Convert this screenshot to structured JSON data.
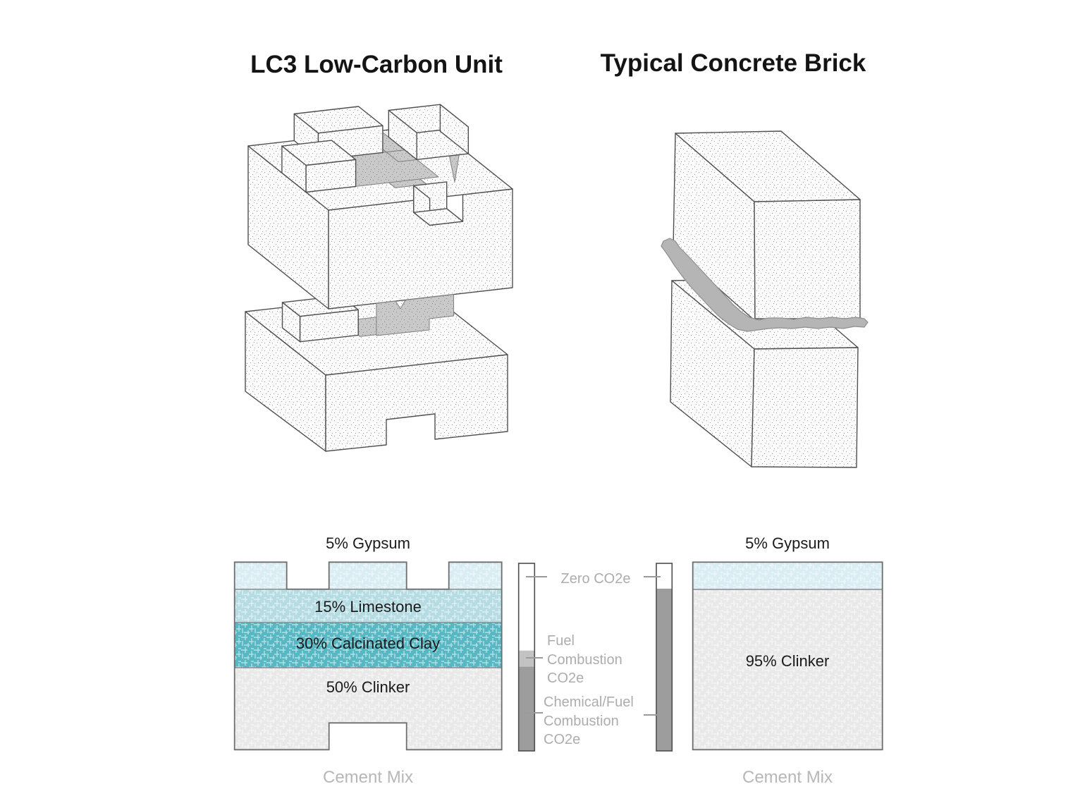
{
  "titles": {
    "left": "LC3 Low-Carbon Unit",
    "right": "Typical Concrete Brick"
  },
  "lc3_mix": {
    "gypsum_label": "5% Gypsum",
    "limestone_label": "15% Limestone",
    "clay_label": "30% Calcinated Clay",
    "clinker_label": "50% Clinker",
    "caption": "Cement Mix",
    "colors": {
      "gypsum": "#d9edf2",
      "limestone": "#b5dce3",
      "clay": "#57b7c3",
      "clinker": "#e9e9e9"
    },
    "composition": [
      {
        "component": "Gypsum",
        "percent": 5
      },
      {
        "component": "Limestone",
        "percent": 15
      },
      {
        "component": "Calcinated Clay",
        "percent": 30
      },
      {
        "component": "Clinker",
        "percent": 50
      }
    ]
  },
  "typical_mix": {
    "gypsum_label": "5% Gypsum",
    "clinker_label": "95% Clinker",
    "caption": "Cement Mix",
    "colors": {
      "gypsum": "#d9edf2",
      "clinker": "#e9e9e9"
    },
    "composition": [
      {
        "component": "Gypsum",
        "percent": 5
      },
      {
        "component": "Clinker",
        "percent": 95
      }
    ]
  },
  "emissions": {
    "zero_label": "Zero CO2e",
    "fuel_label": "Fuel Combustion CO2e",
    "chemical_label": "Chemical/Fuel Combustion CO2e",
    "colors": {
      "zero": "#ffffff",
      "fuel": "#c3c3c3",
      "chemical": "#9d9d9d"
    },
    "lc3_bar": {
      "zero_frac": 0.465,
      "fuel_frac": 0.086,
      "chemical_frac": 0.449
    },
    "typical_bar": {
      "zero_frac": 0.135,
      "fuel_frac": 0,
      "chemical_frac": 0.865
    }
  }
}
